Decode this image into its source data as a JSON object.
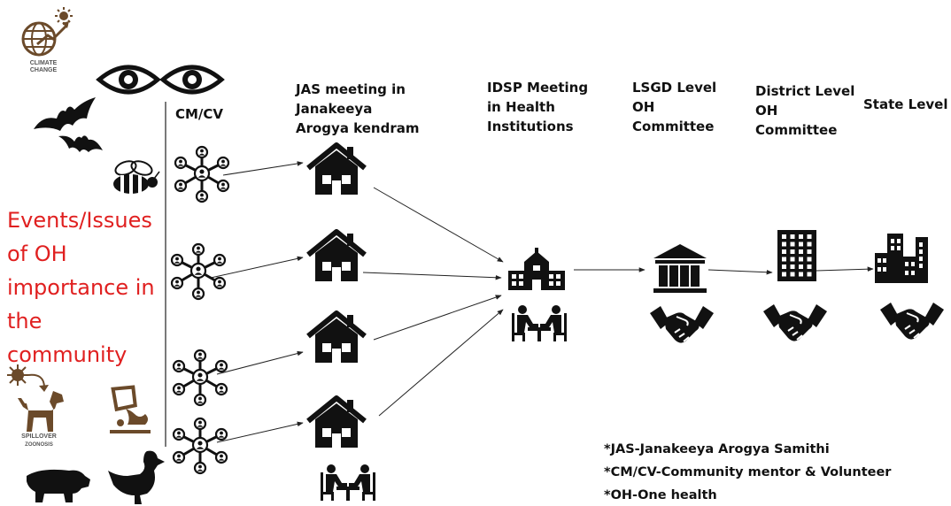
{
  "diagram": {
    "left_icons": {
      "climate_label": "CLIMATE\nCHANGE",
      "spillover_label": "SPILLOVER",
      "zoonosis_label": "ZOONOSIS"
    },
    "events_text": "Events/Issues\nof OH\nimportance in\nthe\ncommunity",
    "headers": {
      "cmcv": "CM/CV",
      "jas": "JAS meeting in\nJanakeeya\nArogya kendram",
      "idsp": "IDSP Meeting\nin Health\nInstitutions",
      "lsgd": "LSGD Level\nOH\nCommittee",
      "district": "District Level\nOH\nCommittee",
      "state": "State Level"
    },
    "abbreviations": [
      "*JAS-Janakeeya Arogya Samithi",
      "*CM/CV-Community mentor & Volunteer",
      "*OH-One health"
    ],
    "colors": {
      "events_text": "#e02020",
      "icons": "#111111",
      "brown": "#6b4a2a"
    }
  }
}
